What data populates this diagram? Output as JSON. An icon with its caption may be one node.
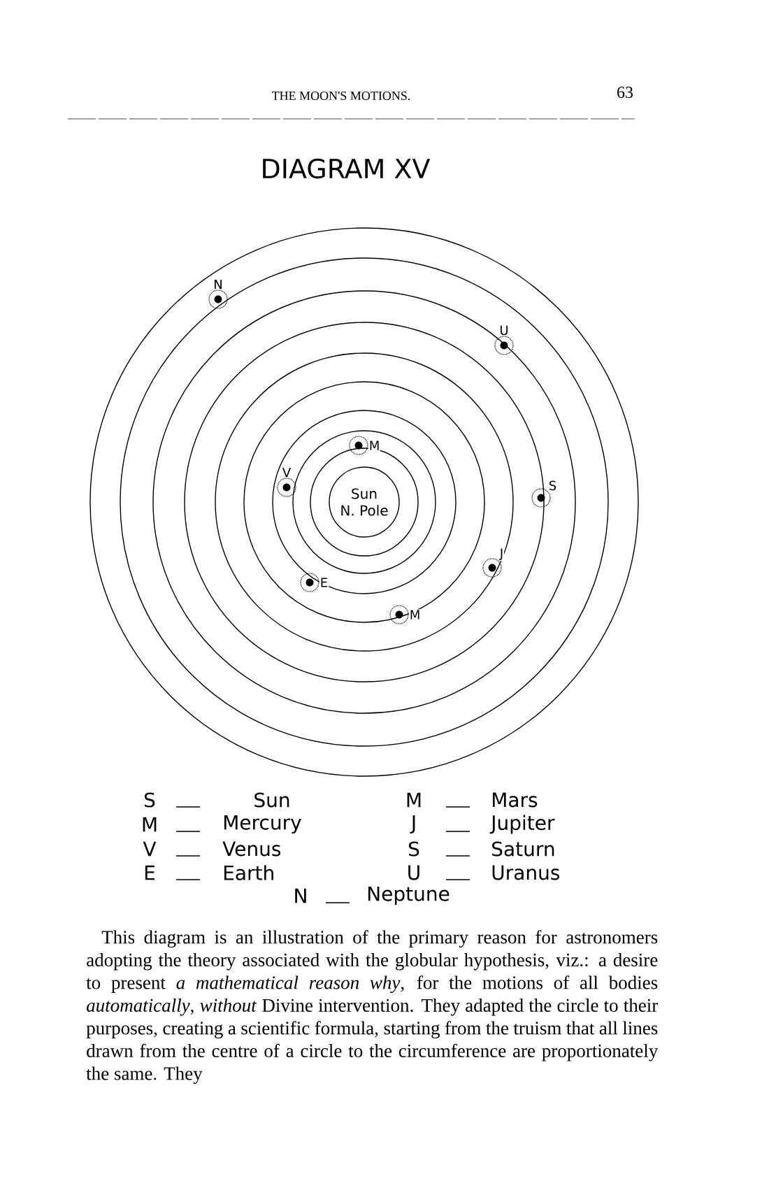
{
  "diagram": {
    "title": "DIAGRAM XV",
    "nodes": [
      {
        "text": [
          "Sun",
          "N. Pole"
        ]
      },
      {
        "text": [],
        "shape": "circle",
        "beside": [
          "N"
        ]
      },
      {
        "text": [],
        "shape": "circle",
        "beside": [
          "U"
        ]
      },
      {
        "text": [],
        "shape": "circle",
        "beside": [
          "M"
        ]
      },
      {
        "text": [],
        "shape": "circle",
        "beside": [
          "V"
        ]
      },
      {
        "text": [],
        "shape": "circle",
        "beside": [
          "S"
        ]
      },
      {
        "text": [],
        "shape": "circle",
        "beside": [
          "J"
        ]
      },
      {
        "text": [],
        "shape": "circle",
        "beside": [
          "E"
        ]
      },
      {
        "text": [],
        "shape": "circle",
        "beside": [
          "M"
        ]
      }
    ],
    "edges": [],
    "labels": [
      "THE MOON'S MOTIONS.",
      "63",
      "S",
      "Sun",
      "M",
      "Mars",
      "M",
      "Mercury",
      "J",
      "Jupiter",
      "V",
      "Venus",
      "S",
      "Saturn",
      "E",
      "Earth",
      "U",
      "Uranus",
      "N",
      "Neptune",
      "This diagram is an illustration of the primary reason for astronomers adopting the theory associated with the globular hypothesis, viz.: a desire to present *a mathematical reason why*, for the motions of all bodies *automatically*, *without* Divine intervention.  They adapted the circle to their purposes, creating a scientific formula, starting from the truism that all lines drawn from the centre of a circle to the circumference are proportionately the same.  They"
    ]
  }
}
